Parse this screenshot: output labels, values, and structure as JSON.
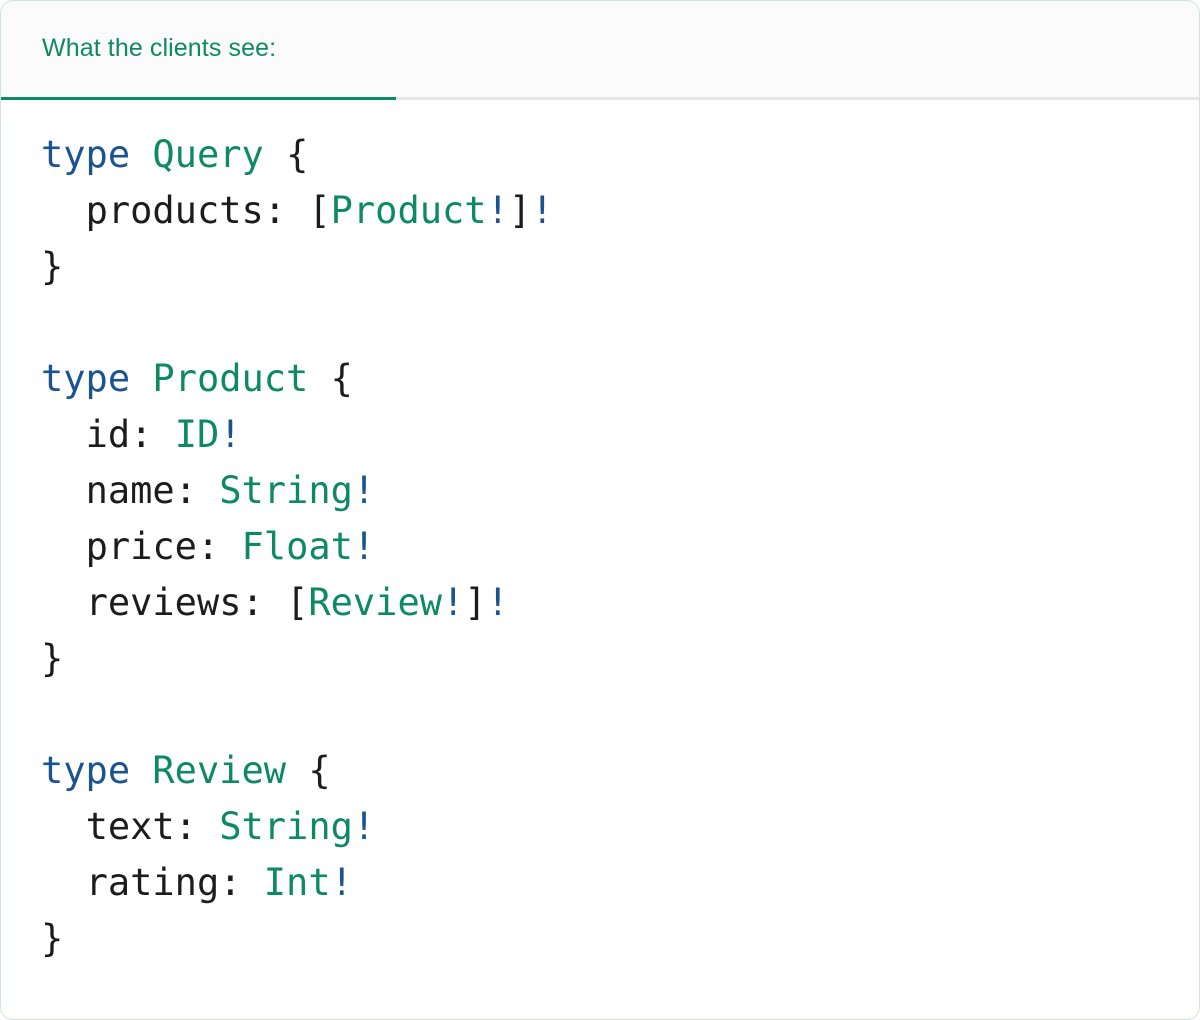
{
  "colors": {
    "keyword": "#1a5490",
    "type_name": "#0d8a63",
    "plain": "#1c1c1c",
    "non_null_bang": "#1a5490",
    "tab_accent": "#0d8a63",
    "card_border": "#cfe6da",
    "header_bg": "#fbfbfb",
    "divider": "#e6e6e6",
    "body_bg": "#ffffff"
  },
  "header": {
    "tabs": [
      {
        "label": "What the clients see:",
        "active": true
      }
    ]
  },
  "code": {
    "language": "graphql",
    "lines": [
      {
        "id": "line-1",
        "text": "type Query {",
        "tokens": [
          {
            "t": "type",
            "c": "keyword"
          },
          {
            "t": " ",
            "c": "plain"
          },
          {
            "t": "Query",
            "c": "type_name"
          },
          {
            "t": " ",
            "c": "plain"
          },
          {
            "t": "{",
            "c": "punct"
          }
        ]
      },
      {
        "id": "line-2",
        "text": "  products: [Product!]!",
        "tokens": [
          {
            "t": "  ",
            "c": "plain"
          },
          {
            "t": "products",
            "c": "field"
          },
          {
            "t": ": ",
            "c": "punct"
          },
          {
            "t": "[",
            "c": "punct"
          },
          {
            "t": "Product",
            "c": "type_name"
          },
          {
            "t": "!",
            "c": "bang"
          },
          {
            "t": "]",
            "c": "punct"
          },
          {
            "t": "!",
            "c": "bang"
          }
        ]
      },
      {
        "id": "line-3",
        "text": "}",
        "tokens": [
          {
            "t": "}",
            "c": "punct"
          }
        ]
      },
      {
        "id": "line-4",
        "text": "",
        "tokens": []
      },
      {
        "id": "line-5",
        "text": "type Product {",
        "tokens": [
          {
            "t": "type",
            "c": "keyword"
          },
          {
            "t": " ",
            "c": "plain"
          },
          {
            "t": "Product",
            "c": "type_name"
          },
          {
            "t": " ",
            "c": "plain"
          },
          {
            "t": "{",
            "c": "punct"
          }
        ]
      },
      {
        "id": "line-6",
        "text": "  id: ID!",
        "tokens": [
          {
            "t": "  ",
            "c": "plain"
          },
          {
            "t": "id",
            "c": "field"
          },
          {
            "t": ": ",
            "c": "punct"
          },
          {
            "t": "ID",
            "c": "type_name"
          },
          {
            "t": "!",
            "c": "bang"
          }
        ]
      },
      {
        "id": "line-7",
        "text": "  name: String!",
        "tokens": [
          {
            "t": "  ",
            "c": "plain"
          },
          {
            "t": "name",
            "c": "field"
          },
          {
            "t": ": ",
            "c": "punct"
          },
          {
            "t": "String",
            "c": "type_name"
          },
          {
            "t": "!",
            "c": "bang"
          }
        ]
      },
      {
        "id": "line-8",
        "text": "  price: Float!",
        "tokens": [
          {
            "t": "  ",
            "c": "plain"
          },
          {
            "t": "price",
            "c": "field"
          },
          {
            "t": ": ",
            "c": "punct"
          },
          {
            "t": "Float",
            "c": "type_name"
          },
          {
            "t": "!",
            "c": "bang"
          }
        ]
      },
      {
        "id": "line-9",
        "text": "  reviews: [Review!]!",
        "tokens": [
          {
            "t": "  ",
            "c": "plain"
          },
          {
            "t": "reviews",
            "c": "field"
          },
          {
            "t": ": ",
            "c": "punct"
          },
          {
            "t": "[",
            "c": "punct"
          },
          {
            "t": "Review",
            "c": "type_name"
          },
          {
            "t": "!",
            "c": "bang"
          },
          {
            "t": "]",
            "c": "punct"
          },
          {
            "t": "!",
            "c": "bang"
          }
        ]
      },
      {
        "id": "line-10",
        "text": "}",
        "tokens": [
          {
            "t": "}",
            "c": "punct"
          }
        ]
      },
      {
        "id": "line-11",
        "text": "",
        "tokens": []
      },
      {
        "id": "line-12",
        "text": "type Review {",
        "tokens": [
          {
            "t": "type",
            "c": "keyword"
          },
          {
            "t": " ",
            "c": "plain"
          },
          {
            "t": "Review",
            "c": "type_name"
          },
          {
            "t": " ",
            "c": "plain"
          },
          {
            "t": "{",
            "c": "punct"
          }
        ]
      },
      {
        "id": "line-13",
        "text": "  text: String!",
        "tokens": [
          {
            "t": "  ",
            "c": "plain"
          },
          {
            "t": "text",
            "c": "field"
          },
          {
            "t": ": ",
            "c": "punct"
          },
          {
            "t": "String",
            "c": "type_name"
          },
          {
            "t": "!",
            "c": "bang"
          }
        ]
      },
      {
        "id": "line-14",
        "text": "  rating: Int!",
        "tokens": [
          {
            "t": "  ",
            "c": "plain"
          },
          {
            "t": "rating",
            "c": "field"
          },
          {
            "t": ": ",
            "c": "punct"
          },
          {
            "t": "Int",
            "c": "type_name"
          },
          {
            "t": "!",
            "c": "bang"
          }
        ]
      },
      {
        "id": "line-15",
        "text": "}",
        "tokens": [
          {
            "t": "}",
            "c": "punct"
          }
        ]
      }
    ]
  }
}
